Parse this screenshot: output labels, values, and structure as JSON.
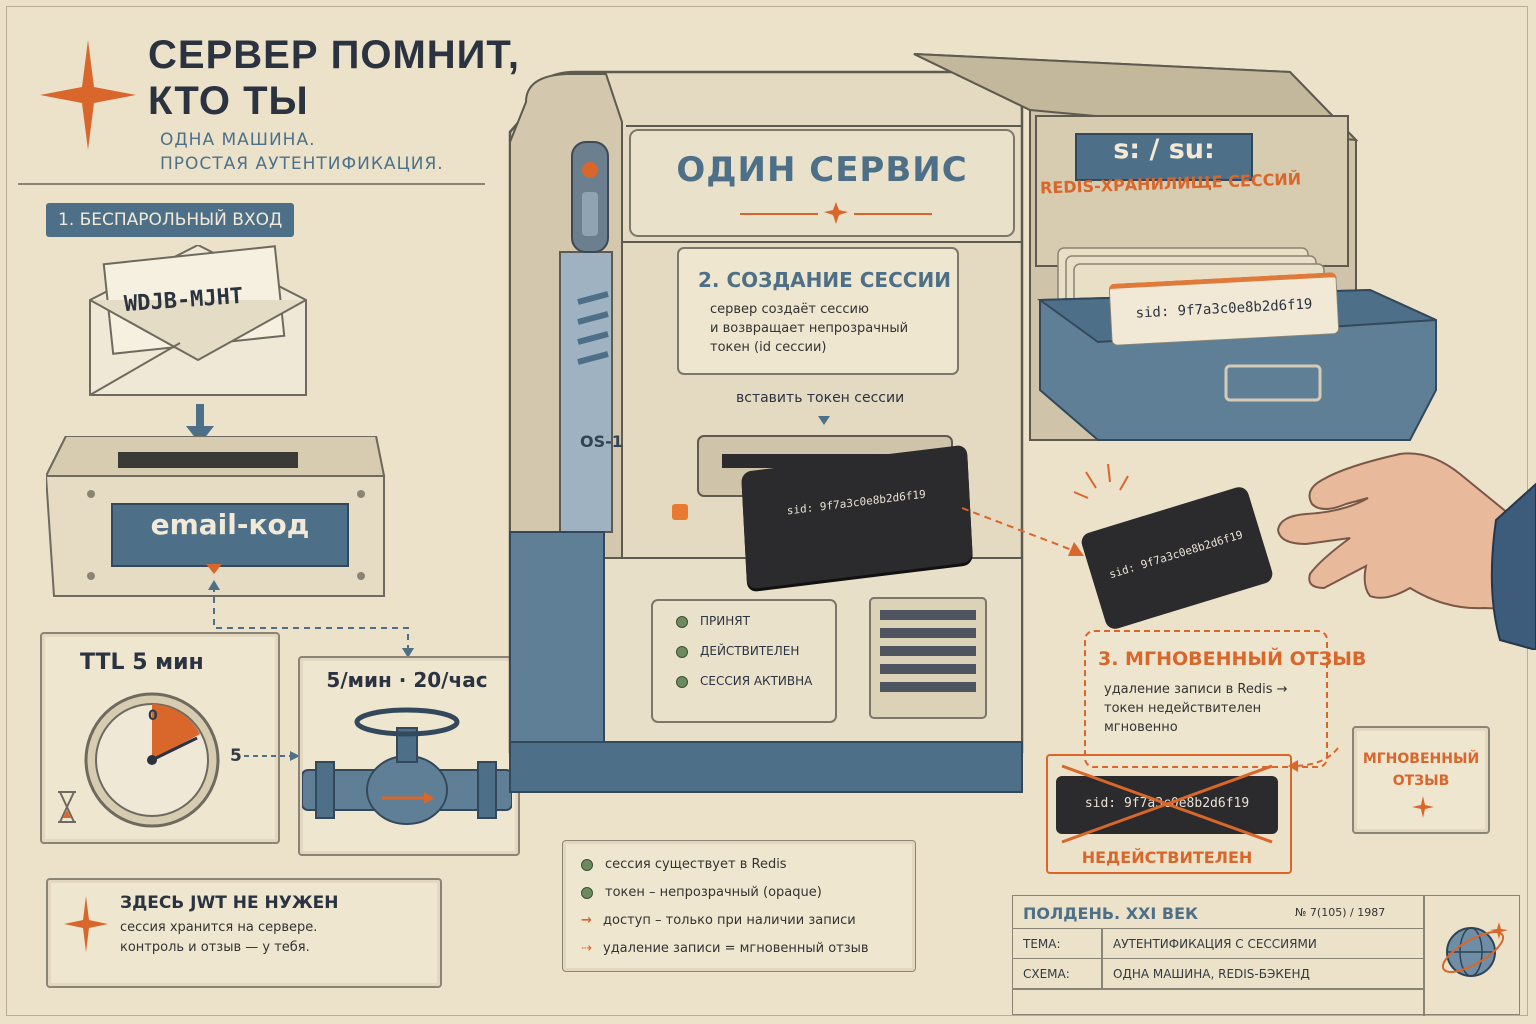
{
  "title": {
    "line1": "СЕРВЕР ПОМНИТ,",
    "line2": "КТО ТЫ"
  },
  "subtitle": {
    "line1": "ОДНА МАШИНА.",
    "line2": "ПРОСТАЯ АУТЕНТИФИКАЦИЯ."
  },
  "step1": {
    "label": "1. БЕСПАРОЛЬНЫЙ ВХОД",
    "code": "WDJB-MJHT",
    "box_label": "email-код",
    "ttl": "TTL  5 мин",
    "dial_zero": "0",
    "dial_five": "5",
    "rate": "5/мин · 20/час"
  },
  "service": {
    "title": "ОДИН СЕРВИС",
    "side_label": "OS-1",
    "step2_title": "2. СОЗДАНИЕ СЕССИИ",
    "step2_text1": "сервер создаёт сессию",
    "step2_text2": "и возвращает непрозрачный",
    "step2_text3": "токен (id сессии)",
    "insert_label": "вставить токен сессии",
    "card_sid": "sid: 9f7a3c0e8b2d6f19",
    "status": [
      "ПРИНЯТ",
      "ДЕЙСТВИТЕЛЕН",
      "СЕССИЯ АКТИВНА"
    ]
  },
  "redis": {
    "plate": "s: / su:",
    "label": "REDIS-ХРАНИЛИЩЕ СЕССИЙ",
    "card_sid": "sid: 9f7a3c0e8b2d6f19"
  },
  "hand_card_sid": "sid: 9f7a3c0e8b2d6f19",
  "step3": {
    "title": "3. МГНОВЕННЫЙ ОТЗЫВ",
    "text1": "удаление записи в Redis →",
    "text2": "токен недействителен",
    "text3": "мгновенно",
    "revoked_sid": "sid: 9f7a3c0e8b2d6f19",
    "invalid": "НЕДЕЙСТВИТЕЛЕН",
    "stamp1": "МГНОВЕННЫЙ",
    "stamp2": "ОТЗЫВ"
  },
  "jwt_note": {
    "title": "ЗДЕСЬ JWT НЕ НУЖЕН",
    "line1": "сессия хранится на сервере.",
    "line2": "контроль и отзыв — у тебя."
  },
  "legend": [
    "сессия существует в Redis",
    "токен – непрозрачный (opaque)",
    "доступ – только при наличии записи",
    "удаление записи = мгновенный отзыв"
  ],
  "title_block": {
    "heading": "ПОЛДЕНЬ. XXI ВЕК",
    "issue": "№ 7(105) / 1987",
    "theme_label": "ТЕМА:",
    "theme_value": "АУТЕНТИФИКАЦИЯ С СЕССИЯМИ",
    "scheme_label": "СХЕМА:",
    "scheme_value": "ОДНА МАШИНА, REDIS-БЭКЕНД"
  },
  "colors": {
    "accent": "#d9662b",
    "blue": "#4e6f88",
    "paper": "#ece2ca",
    "ink": "#2f3a44",
    "dark_card": "#2b2b2d"
  }
}
